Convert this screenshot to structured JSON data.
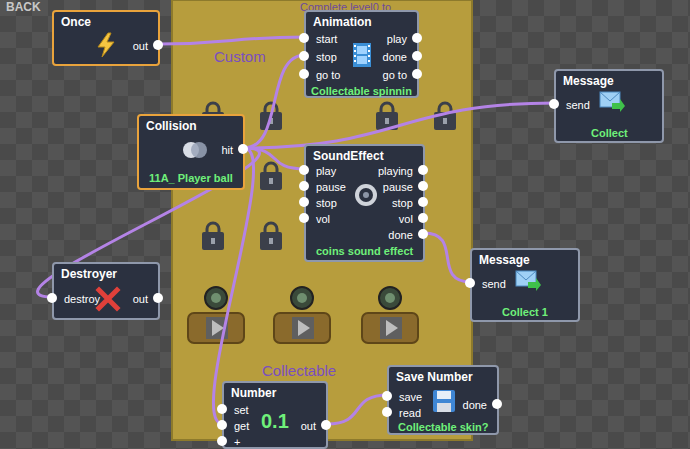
{
  "diagram": {
    "nodes": [
      {
        "text": [
          "Once",
          "out"
        ]
      },
      {
        "text": [
          "Animation",
          "start",
          "stop",
          "go to",
          "play",
          "done",
          "go to",
          "Collectable spinnin"
        ]
      },
      {
        "text": [
          "Message",
          "send",
          "Collect"
        ]
      },
      {
        "text": [
          "Collision",
          "hit",
          "11A_ Player ball"
        ]
      },
      {
        "text": [
          "SoundEffect",
          "play",
          "pause",
          "stop",
          "vol",
          "playing",
          "pause",
          "stop",
          "vol",
          "done",
          "coins sound effect"
        ]
      },
      {
        "text": [
          "Destroyer",
          "destroy",
          "out"
        ]
      },
      {
        "text": [
          "Message",
          "send",
          "Collect 1"
        ]
      },
      {
        "text": [
          "Number",
          "set",
          "get",
          "+",
          "0.1",
          "out"
        ]
      },
      {
        "text": [
          "Save Number",
          "save",
          "read",
          "done",
          "Collectable skin?"
        ]
      }
    ],
    "edges": [
      {
        "from": 0,
        "to": 1,
        "arrow": "none"
      },
      {
        "from": 3,
        "to": 1,
        "arrow": "none"
      },
      {
        "from": 3,
        "to": 2,
        "arrow": "none"
      },
      {
        "from": 3,
        "to": 4,
        "arrow": "none"
      },
      {
        "from": 3,
        "to": 5,
        "arrow": "none"
      },
      {
        "from": 3,
        "to": 7,
        "arrow": "none"
      },
      {
        "from": 4,
        "to": 6,
        "arrow": "none"
      },
      {
        "from": 7,
        "to": 8,
        "arrow": "none"
      }
    ],
    "labels": [
      "BACK",
      "Complete level0 to",
      "Custom",
      "Collectable"
    ]
  }
}
